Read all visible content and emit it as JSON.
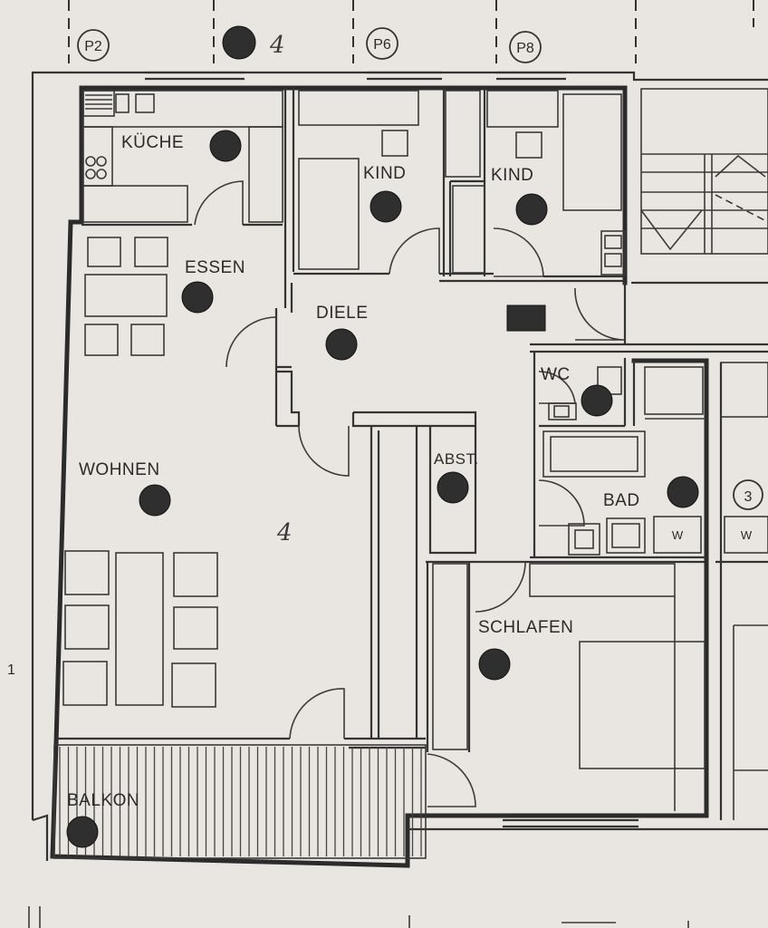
{
  "top_markers": [
    "P2",
    "4",
    "P6",
    "P8"
  ],
  "rooms": {
    "kueche": "KÜCHE",
    "kind1": "KIND",
    "kind2": "KIND",
    "essen": "ESSEN",
    "diele": "DIELE",
    "wc": "WC",
    "wohnen": "WOHNEN",
    "abst": "ABST.",
    "bad": "BAD",
    "schlafen": "SCHLAFEN",
    "balkon": "BALKON"
  },
  "annotations": {
    "unit_number_handwritten": "4",
    "unit_circle": "3",
    "washer_1": "W",
    "washer_2": "W",
    "left_margin_number": "1"
  },
  "colors": {
    "paper": "#e9e6e1",
    "ink": "#2b2b2b"
  }
}
